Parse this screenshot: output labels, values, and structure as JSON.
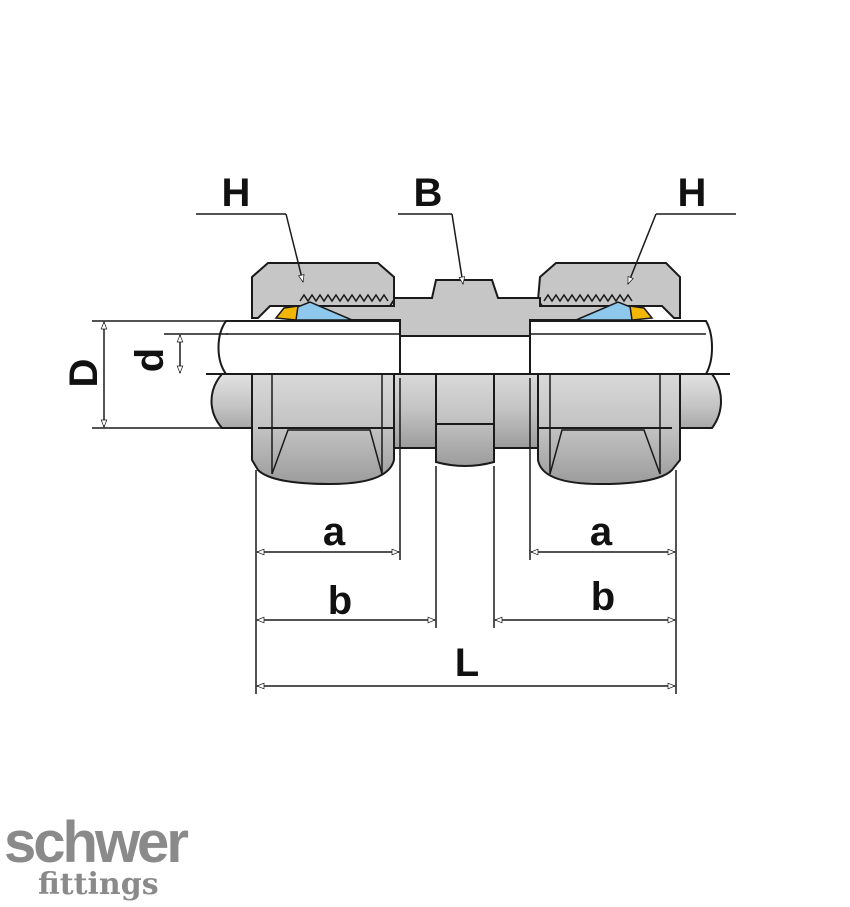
{
  "labels": {
    "nut_left": "H",
    "body": "B",
    "nut_right": "H",
    "outer_diameter": "D",
    "inner_diameter": "d",
    "a_left": "a",
    "a_right": "a",
    "b_left": "b",
    "b_right": "b",
    "overall_length": "L"
  },
  "logo": {
    "brand": "schwer",
    "tagline": "fittings"
  },
  "colors": {
    "metal": "#c8c8c8",
    "metal_dark": "#a9a9a9",
    "outline": "#1a1a1a",
    "ring_blue": "#8ec8ec",
    "ring_yellow": "#f2b705",
    "logo_gray": "#8a8a8a"
  }
}
